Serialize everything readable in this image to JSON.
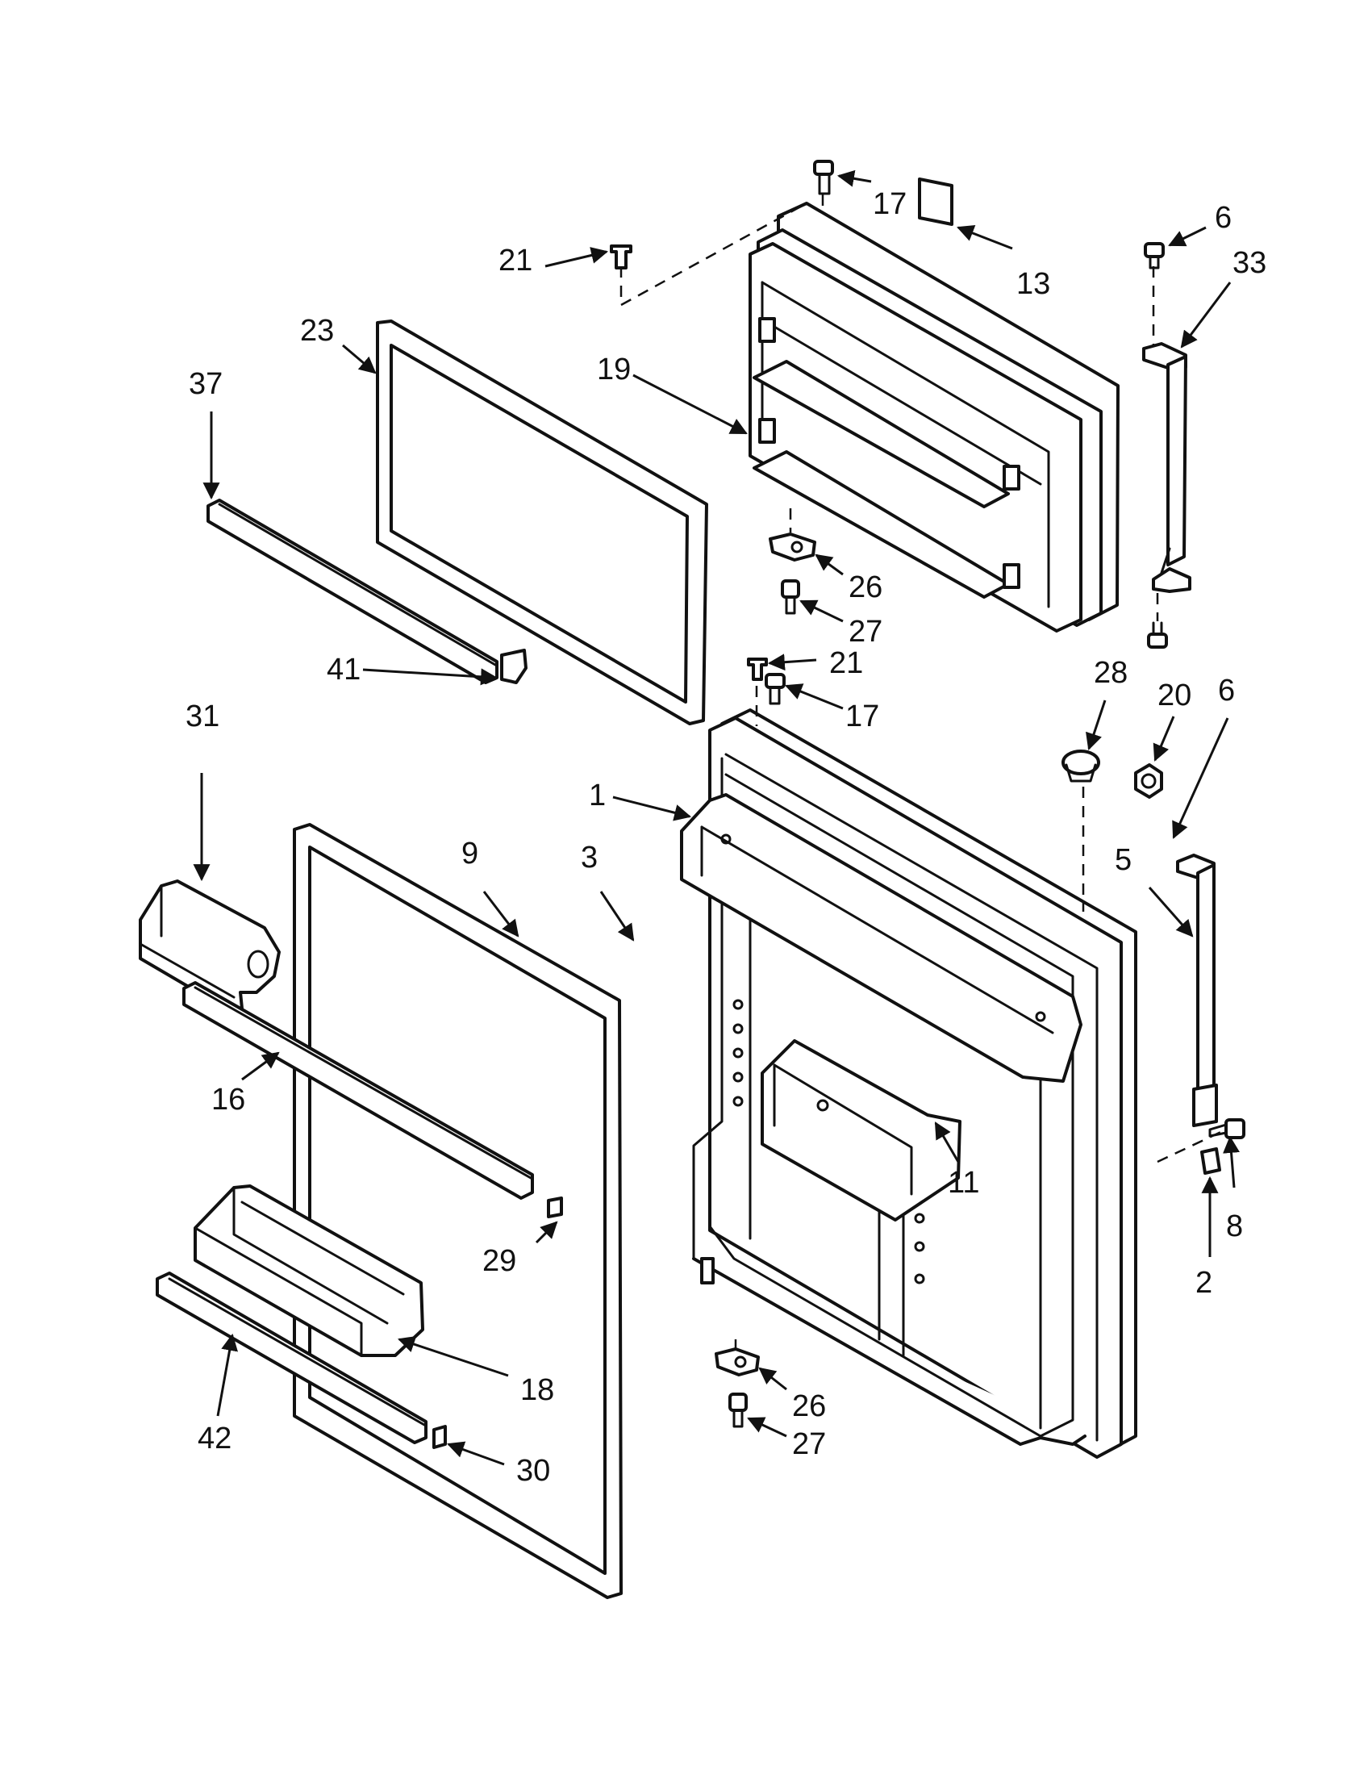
{
  "diagram": {
    "callouts": [
      {
        "id": "c17a",
        "label": "17"
      },
      {
        "id": "c13",
        "label": "13"
      },
      {
        "id": "c6a",
        "label": "6"
      },
      {
        "id": "c33",
        "label": "33"
      },
      {
        "id": "c21a",
        "label": "21"
      },
      {
        "id": "c23",
        "label": "23"
      },
      {
        "id": "c37",
        "label": "37"
      },
      {
        "id": "c19",
        "label": "19"
      },
      {
        "id": "c26a",
        "label": "26"
      },
      {
        "id": "c27a",
        "label": "27"
      },
      {
        "id": "c41",
        "label": "41"
      },
      {
        "id": "c21b",
        "label": "21"
      },
      {
        "id": "c17b",
        "label": "17"
      },
      {
        "id": "c28",
        "label": "28"
      },
      {
        "id": "c20",
        "label": "20"
      },
      {
        "id": "c6b",
        "label": "6"
      },
      {
        "id": "c31",
        "label": "31"
      },
      {
        "id": "c1",
        "label": "1"
      },
      {
        "id": "c9",
        "label": "9"
      },
      {
        "id": "c3",
        "label": "3"
      },
      {
        "id": "c5",
        "label": "5"
      },
      {
        "id": "c16",
        "label": "16"
      },
      {
        "id": "c11",
        "label": "11"
      },
      {
        "id": "c8",
        "label": "8"
      },
      {
        "id": "c29",
        "label": "29"
      },
      {
        "id": "c2",
        "label": "2"
      },
      {
        "id": "c18",
        "label": "18"
      },
      {
        "id": "c26b",
        "label": "26"
      },
      {
        "id": "c27b",
        "label": "27"
      },
      {
        "id": "c42",
        "label": "42"
      },
      {
        "id": "c30",
        "label": "30"
      }
    ]
  }
}
